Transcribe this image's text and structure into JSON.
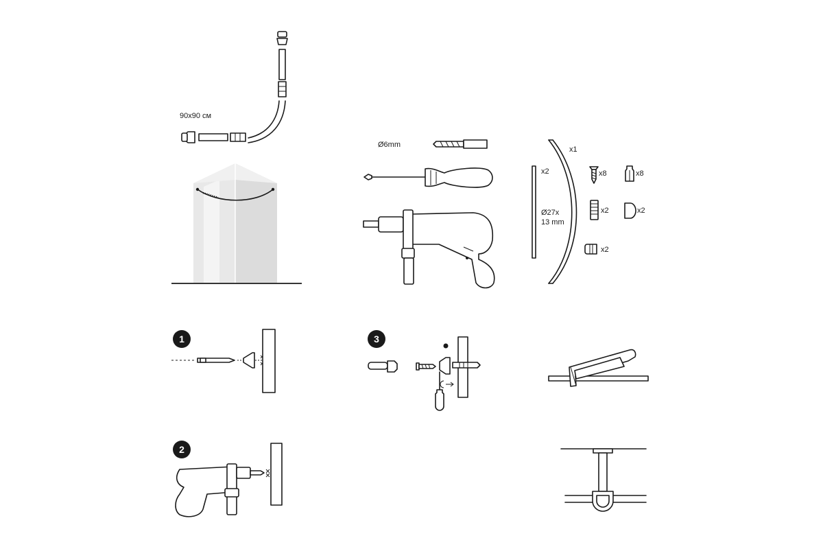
{
  "kit": {
    "rod_size_label": "90x90 см"
  },
  "tools": {
    "drill_bit_label": "Ø6mm"
  },
  "parts": {
    "wall_bar_qty": "x2",
    "curved_rod_qty": "x1",
    "tube_dimensions_line1": "Ø27x",
    "tube_dimensions_line2": "13 mm",
    "screw_qty": "x8",
    "wall_plug_qty": "x8",
    "connector_qty": "x2",
    "end_cap_qty": "x2",
    "wall_flange_qty": "x2"
  },
  "steps": [
    {
      "number": "1"
    },
    {
      "number": "2"
    },
    {
      "number": "3"
    }
  ]
}
